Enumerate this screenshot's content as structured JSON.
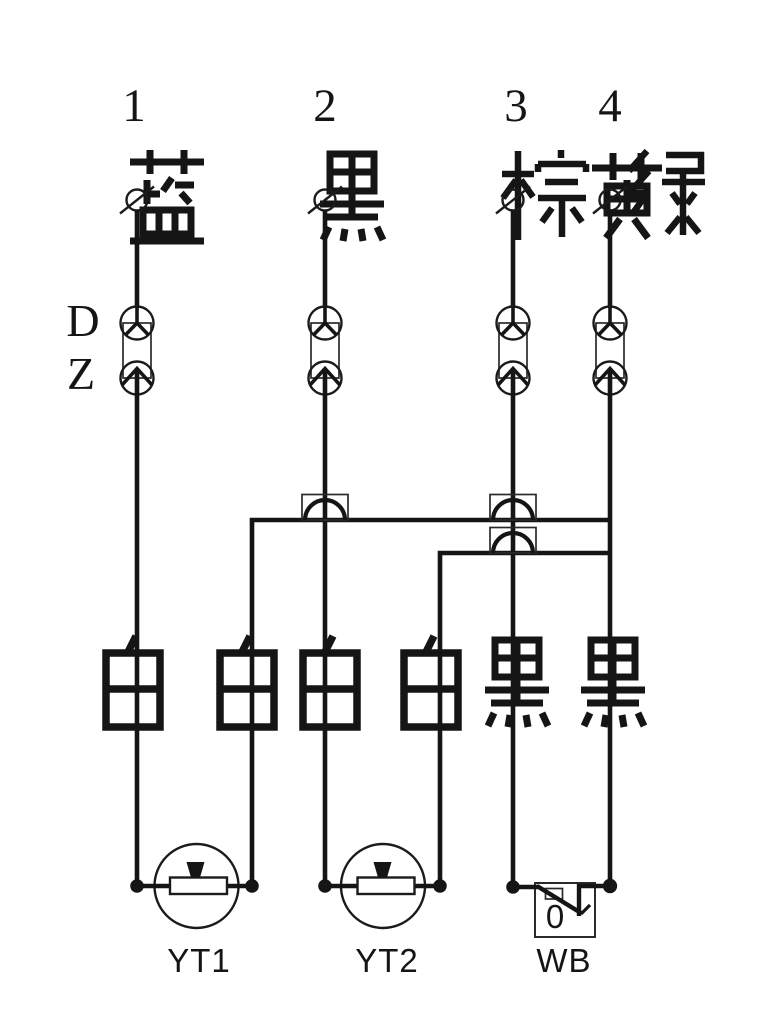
{
  "colors": {
    "ink": "#151515",
    "background": "#ffffff"
  },
  "header": {
    "terminals": [
      {
        "number": "1",
        "wire_color": "蓝"
      },
      {
        "number": "2",
        "wire_color": "黑"
      },
      {
        "number": "3",
        "wire_color": "棕"
      },
      {
        "number": "4",
        "wire_color": "黄绿"
      }
    ]
  },
  "connector": {
    "label_top": "D",
    "label_bottom": "Z"
  },
  "wire_labels": [
    "白",
    "白",
    "白",
    "白",
    "黑",
    "黑"
  ],
  "components": {
    "yt1": {
      "label": "YT1"
    },
    "yt2": {
      "label": "YT2"
    },
    "wb": {
      "label": "WB",
      "mark": "0"
    }
  }
}
